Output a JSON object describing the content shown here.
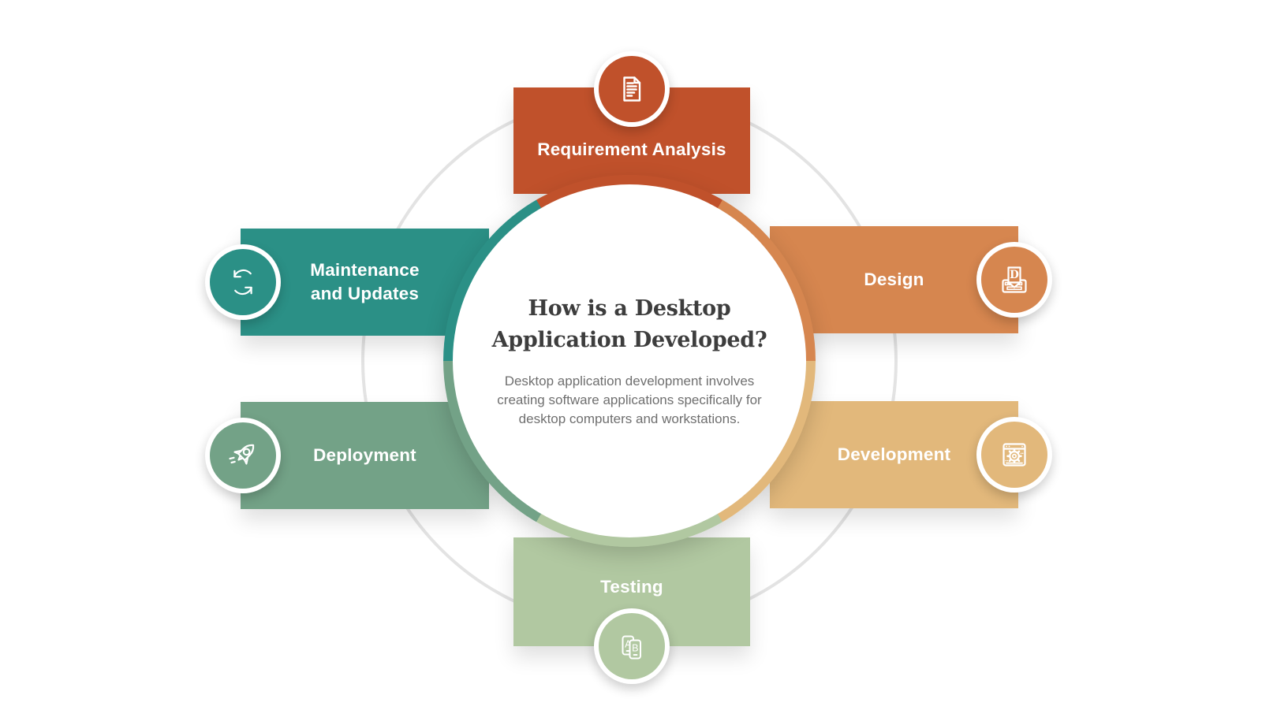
{
  "infographic": {
    "title_line1": "How is a Desktop",
    "title_line2": "Application Developed?",
    "description": "Desktop application development involves creating software applications specifically for desktop computers and workstations."
  },
  "stages": [
    {
      "label": "Requirement Analysis",
      "color": "#c0512b",
      "icon": "document-icon",
      "position": "top"
    },
    {
      "label": "Design",
      "color": "#d6864f",
      "icon": "design-pad-icon",
      "position": "upper-right"
    },
    {
      "label": "Development",
      "color": "#e2b87b",
      "icon": "browser-gear-icon",
      "position": "lower-right"
    },
    {
      "label": "Testing",
      "color": "#b1c8a1",
      "icon": "ab-testing-icon",
      "position": "bottom"
    },
    {
      "label": "Deployment",
      "color": "#73a287",
      "icon": "rocket-icon",
      "position": "lower-left"
    },
    {
      "label": "Maintenance and Updates",
      "color": "#2b9086",
      "icon": "sync-arrows-icon",
      "position": "upper-left"
    }
  ],
  "decor": {
    "outer_guide_circle_color": "#e3e3e3",
    "title_color": "#3d3d3d",
    "description_color": "#6f6f6f"
  }
}
